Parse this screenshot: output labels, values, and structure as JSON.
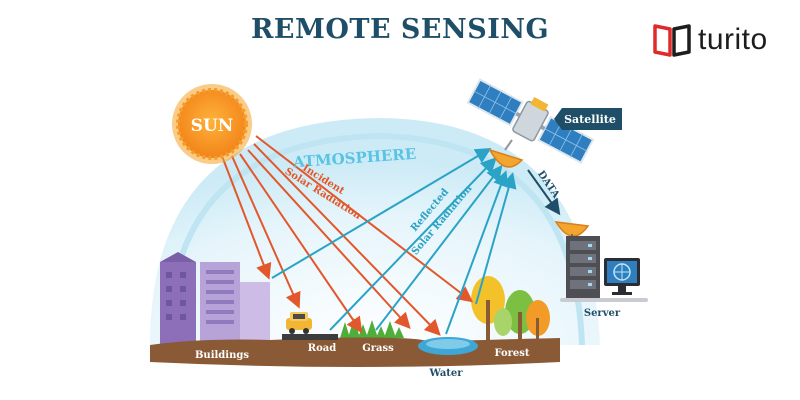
{
  "title": "REMOTE SENSING",
  "brand": {
    "name": "turito",
    "icon": "open-book-icon"
  },
  "labels": {
    "sun": "SUN",
    "atmosphere": "ATMOSPHERE",
    "incident_line1": "Incident",
    "incident_line2": "Solar Radiation",
    "reflected_line1": "Reflected",
    "reflected_line2": "Solar Radiation",
    "satellite": "Satellite",
    "data": "DATA",
    "server": "Server",
    "buildings": "Buildings",
    "road": "Road",
    "grass": "Grass",
    "water": "Water",
    "forest": "Forest"
  },
  "colors": {
    "title": "#1f4f68",
    "incident_arrow": "#e2572b",
    "reflected_arrow": "#2aa3c6",
    "satellite_badge": "#1f4f68",
    "ground": "#8a5a36",
    "sun": "#f5901e"
  }
}
